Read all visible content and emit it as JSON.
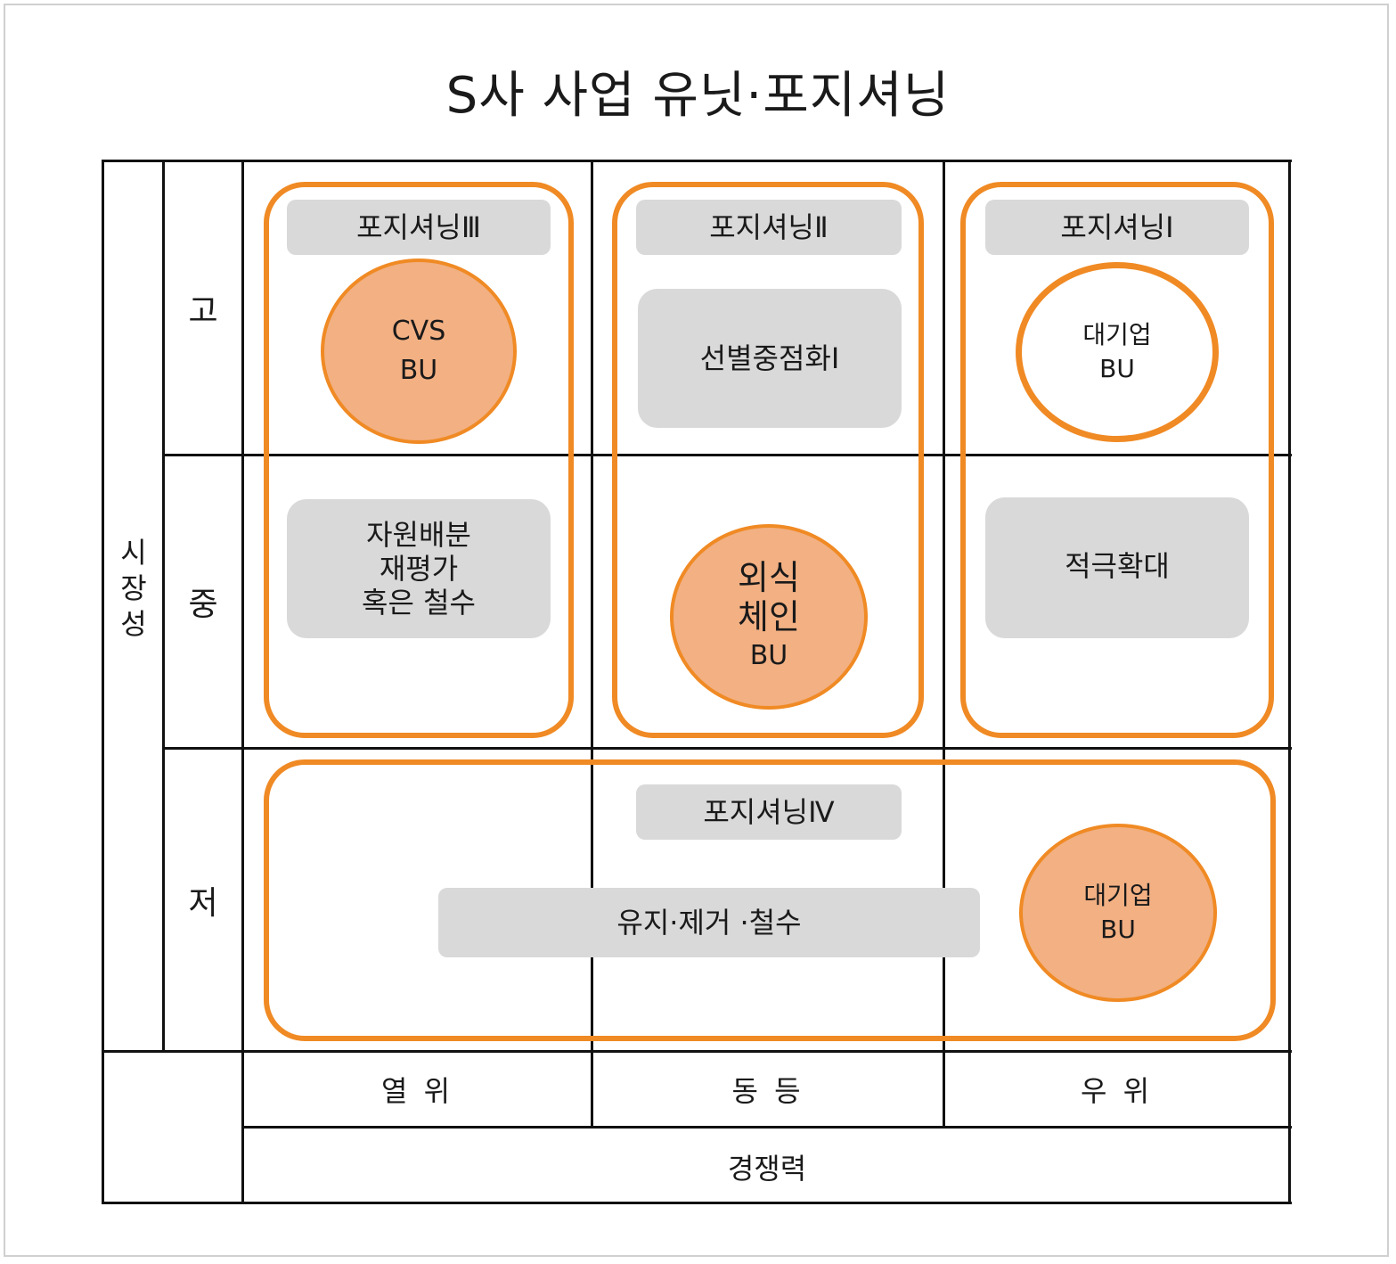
{
  "title": "S사  사업 유닛·포지셔닝",
  "axes": {
    "y_label_chars": [
      "시",
      "장",
      "성"
    ],
    "x_label": "경쟁력"
  },
  "rows": [
    "고",
    "중",
    "저"
  ],
  "columns": [
    "열 위",
    "동 등",
    "우 위"
  ],
  "positions": {
    "p3": "포지셔닝Ⅲ",
    "p2": "포지셔닝Ⅱ",
    "p1": "포지셔닝Ⅰ",
    "p4": "포지셔닝Ⅳ"
  },
  "strategies": {
    "selective_focus": "선별중점화Ⅰ",
    "reevaluate": [
      "자원배분",
      "재평가",
      "혹은 철수"
    ],
    "expand": "적극확대",
    "maintain": "유지·제거 ·철수"
  },
  "units": {
    "cvs": [
      "CVS",
      "BU"
    ],
    "restaurant": [
      "외식",
      "체인",
      "BU"
    ],
    "large_high": [
      "대기업",
      "BU"
    ],
    "large_low": [
      "대기업",
      "BU"
    ]
  },
  "colors": {
    "accent": "#f08a24",
    "bu_fill": "#f2b083",
    "pill": "#d9d9d9",
    "grid": "#111111"
  }
}
